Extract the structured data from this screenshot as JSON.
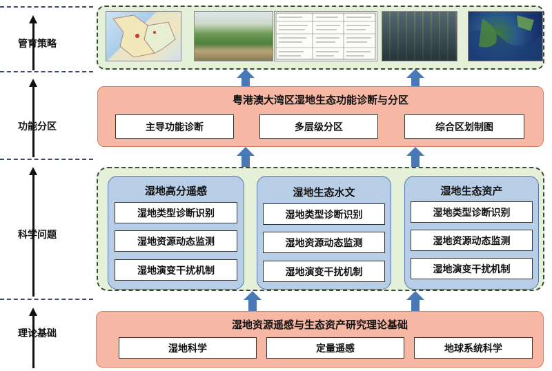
{
  "side_labels": {
    "strategy": "管育策略",
    "zoning": "功能分区",
    "science": "科学问题",
    "theory": "理论基础"
  },
  "zoning_box": {
    "title": "粤港澳大湾区湿地生态功能诊断与分区",
    "items": [
      "主导功能诊断",
      "多层级分区",
      "综合区划制图"
    ]
  },
  "science_columns": [
    {
      "title": "湿地高分遥感",
      "items": [
        "湿地类型诊断识别",
        "湿地资源动态监测",
        "湿地演变干扰机制"
      ]
    },
    {
      "title": "湿地生态水文",
      "items": [
        "湿地类型诊断识别",
        "湿地资源动态监测",
        "湿地演变干扰机制"
      ]
    },
    {
      "title": "湿地生态资产",
      "items": [
        "湿地类型诊断识别",
        "湿地资源动态监测",
        "湿地演变干扰机制"
      ]
    }
  ],
  "theory_box": {
    "title": "湿地资源遥感与生态资产研究理论基础",
    "items": [
      "湿地科学",
      "定量遥感",
      "地球系统科学"
    ]
  },
  "strategy_images": [
    "map-image",
    "wetland-forest-photo",
    "strategy-table-image",
    "aerial-ponds-photo",
    "satellite-image"
  ],
  "colors": {
    "salmon": "#f6b8a4",
    "green_panel": "#e4f0d8",
    "blue_column": "#b8cde6",
    "arrow_blue": "#4a79b8"
  }
}
